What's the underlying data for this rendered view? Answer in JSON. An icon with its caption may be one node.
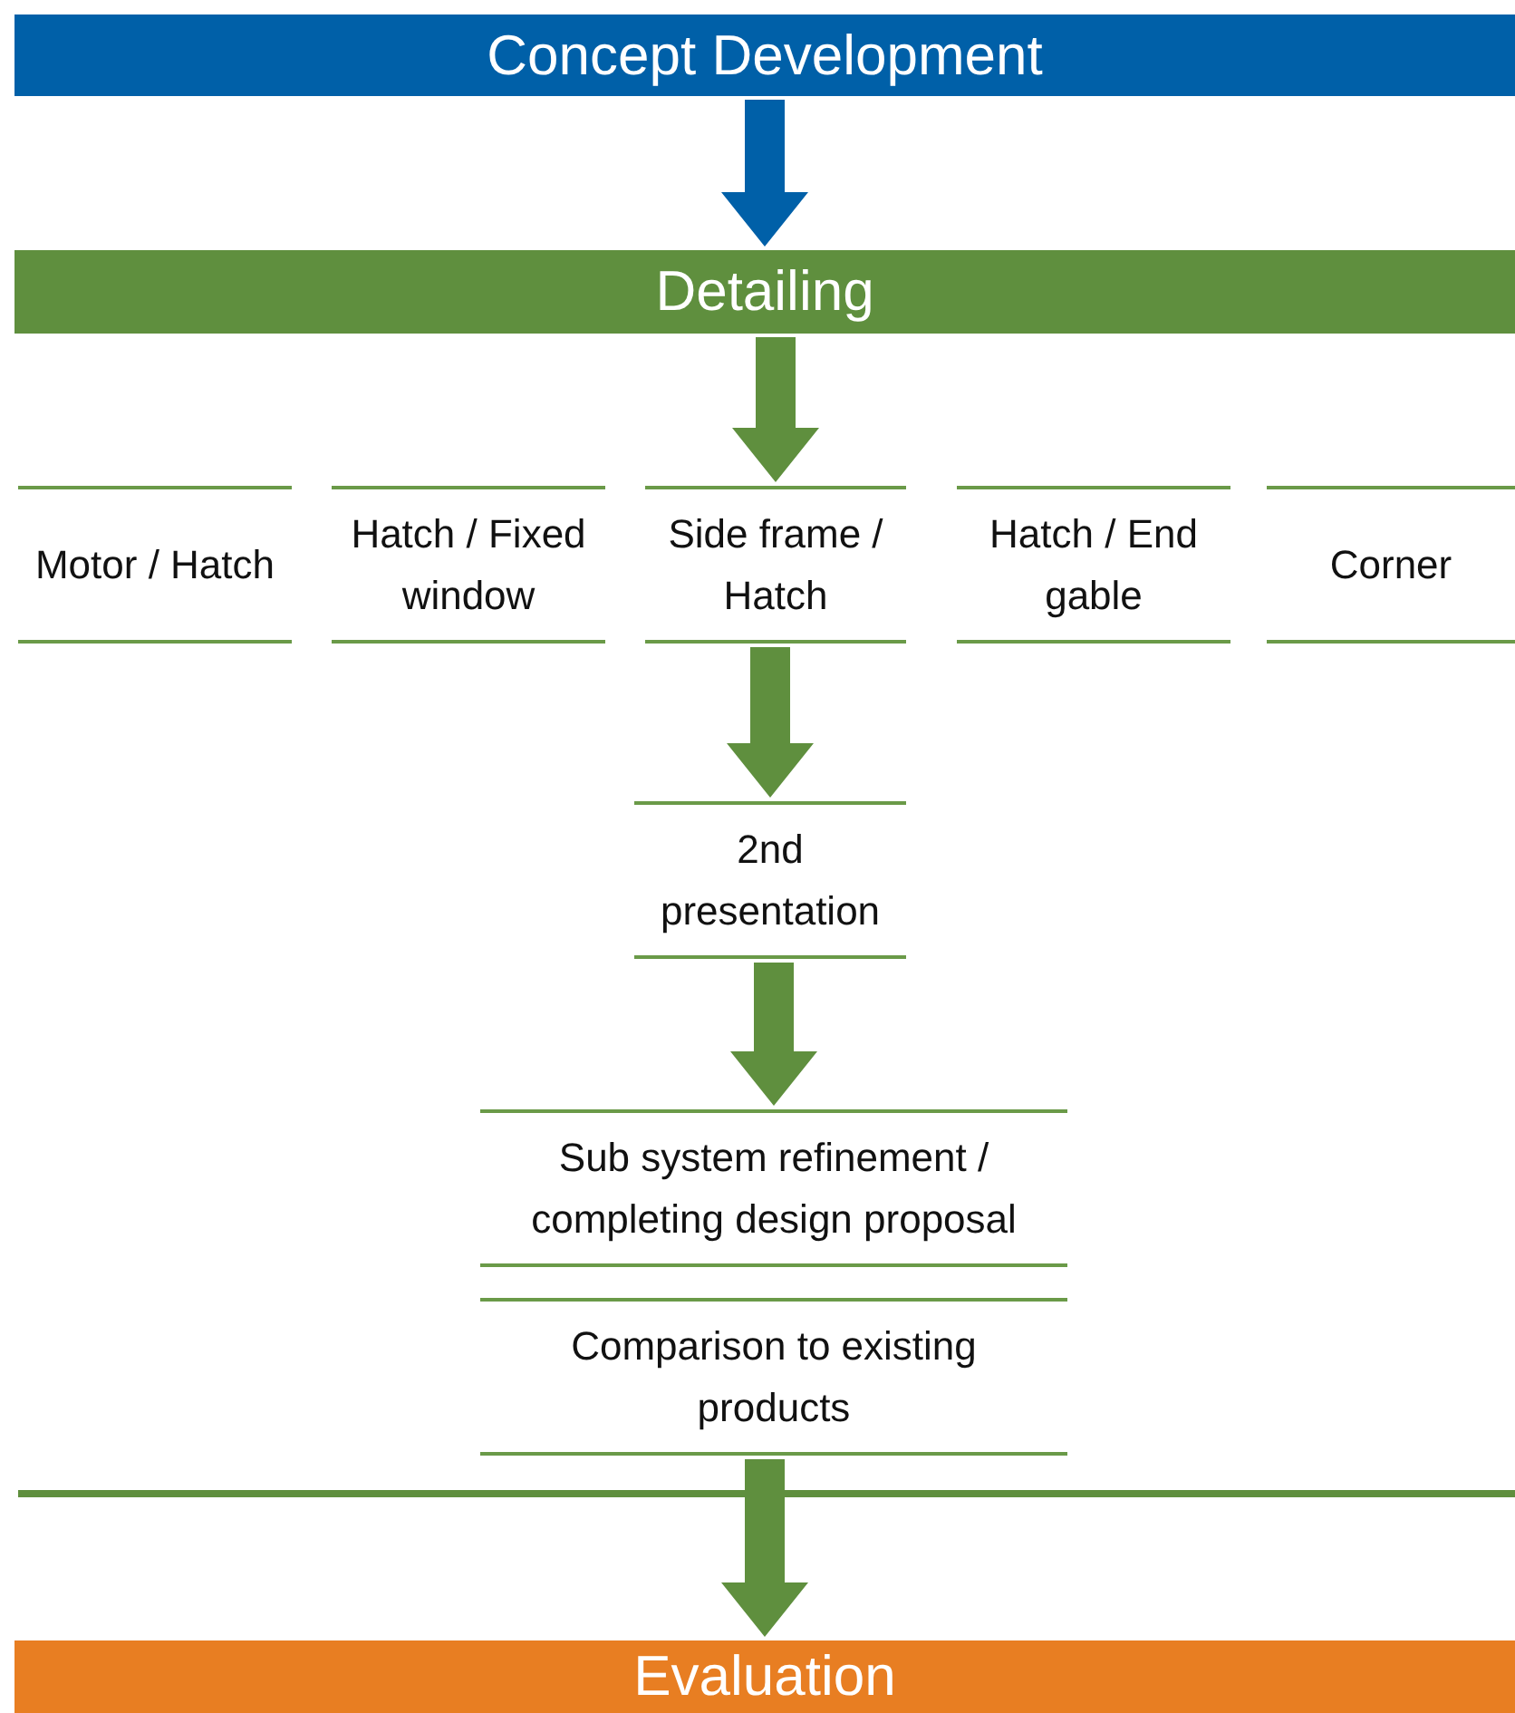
{
  "diagram": {
    "nodes": [
      {
        "text": [
          "Concept Development"
        ]
      },
      {
        "text": [
          "Detailing"
        ]
      },
      {
        "text": [
          "Motor / Hatch"
        ]
      },
      {
        "text": [
          "Hatch / Fixed window"
        ]
      },
      {
        "text": [
          "Side frame / Hatch"
        ]
      },
      {
        "text": [
          "Hatch / End gable"
        ]
      },
      {
        "text": [
          "Corner"
        ]
      },
      {
        "text": [
          "2nd presentation"
        ]
      },
      {
        "text": [
          "Sub system refinement / completing design proposal"
        ]
      },
      {
        "text": [
          "Comparison to existing products"
        ]
      },
      {
        "text": [
          "Evaluation"
        ]
      }
    ],
    "edges": [
      {
        "from": 0,
        "to": 1,
        "arrow": "to",
        "color": "#0060a8"
      },
      {
        "from": 1,
        "to": 4,
        "arrow": "to"
      },
      {
        "from": 4,
        "to": 7,
        "arrow": "to"
      },
      {
        "from": 7,
        "to": 8,
        "arrow": "to"
      },
      {
        "from": 9,
        "to": 10,
        "arrow": "to"
      }
    ]
  }
}
